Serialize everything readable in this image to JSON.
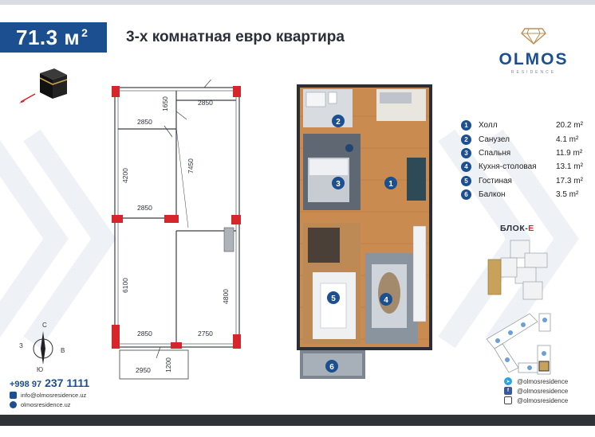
{
  "header": {
    "area_value": "71.3 м",
    "area_sup": "2",
    "title": "3-х комнатная евро квартира"
  },
  "logo": {
    "name": "OLMOS",
    "subtitle": "RESIDENCE"
  },
  "plan2d": {
    "dims": [
      "2850",
      "1650",
      "2850",
      "4200",
      "7450",
      "2850",
      "6100",
      "4800",
      "2850",
      "2750",
      "2950",
      "1200"
    ]
  },
  "plan3d": {
    "markers": [
      "2",
      "1",
      "3",
      "5",
      "4",
      "6"
    ]
  },
  "compass": {
    "north": "С",
    "south": "Ю",
    "west": "З",
    "east": "В"
  },
  "legend": [
    {
      "num": "1",
      "name": "Холл",
      "area": "20.2 m²"
    },
    {
      "num": "2",
      "name": "Санузел",
      "area": "4.1 m²"
    },
    {
      "num": "3",
      "name": "Спальня",
      "area": "11.9 m²"
    },
    {
      "num": "4",
      "name": "Кухня-столовая",
      "area": "13.1 m²"
    },
    {
      "num": "5",
      "name": "Гостиная",
      "area": "17.3 m²"
    },
    {
      "num": "6",
      "name": "Балкон",
      "area": "3.5 m²"
    }
  ],
  "block": {
    "prefix": "БЛОК-",
    "letter": "E"
  },
  "contacts": {
    "phone_prefix": "+998 97",
    "phone_number": "237 1111",
    "email": "info@olmosresidence.uz",
    "website": "olmosresidence.uz"
  },
  "socials": [
    {
      "icon": "telegram-icon",
      "handle": "@olmosresidence",
      "color": "#2aa3df"
    },
    {
      "icon": "facebook-icon",
      "handle": "@olmosresidence",
      "color": "#3b5998"
    },
    {
      "icon": "instagram-icon",
      "handle": "@olmosresidence",
      "color": "#c13584"
    }
  ],
  "colors": {
    "brand": "#1c4f8f",
    "accent": "#d6262c"
  }
}
